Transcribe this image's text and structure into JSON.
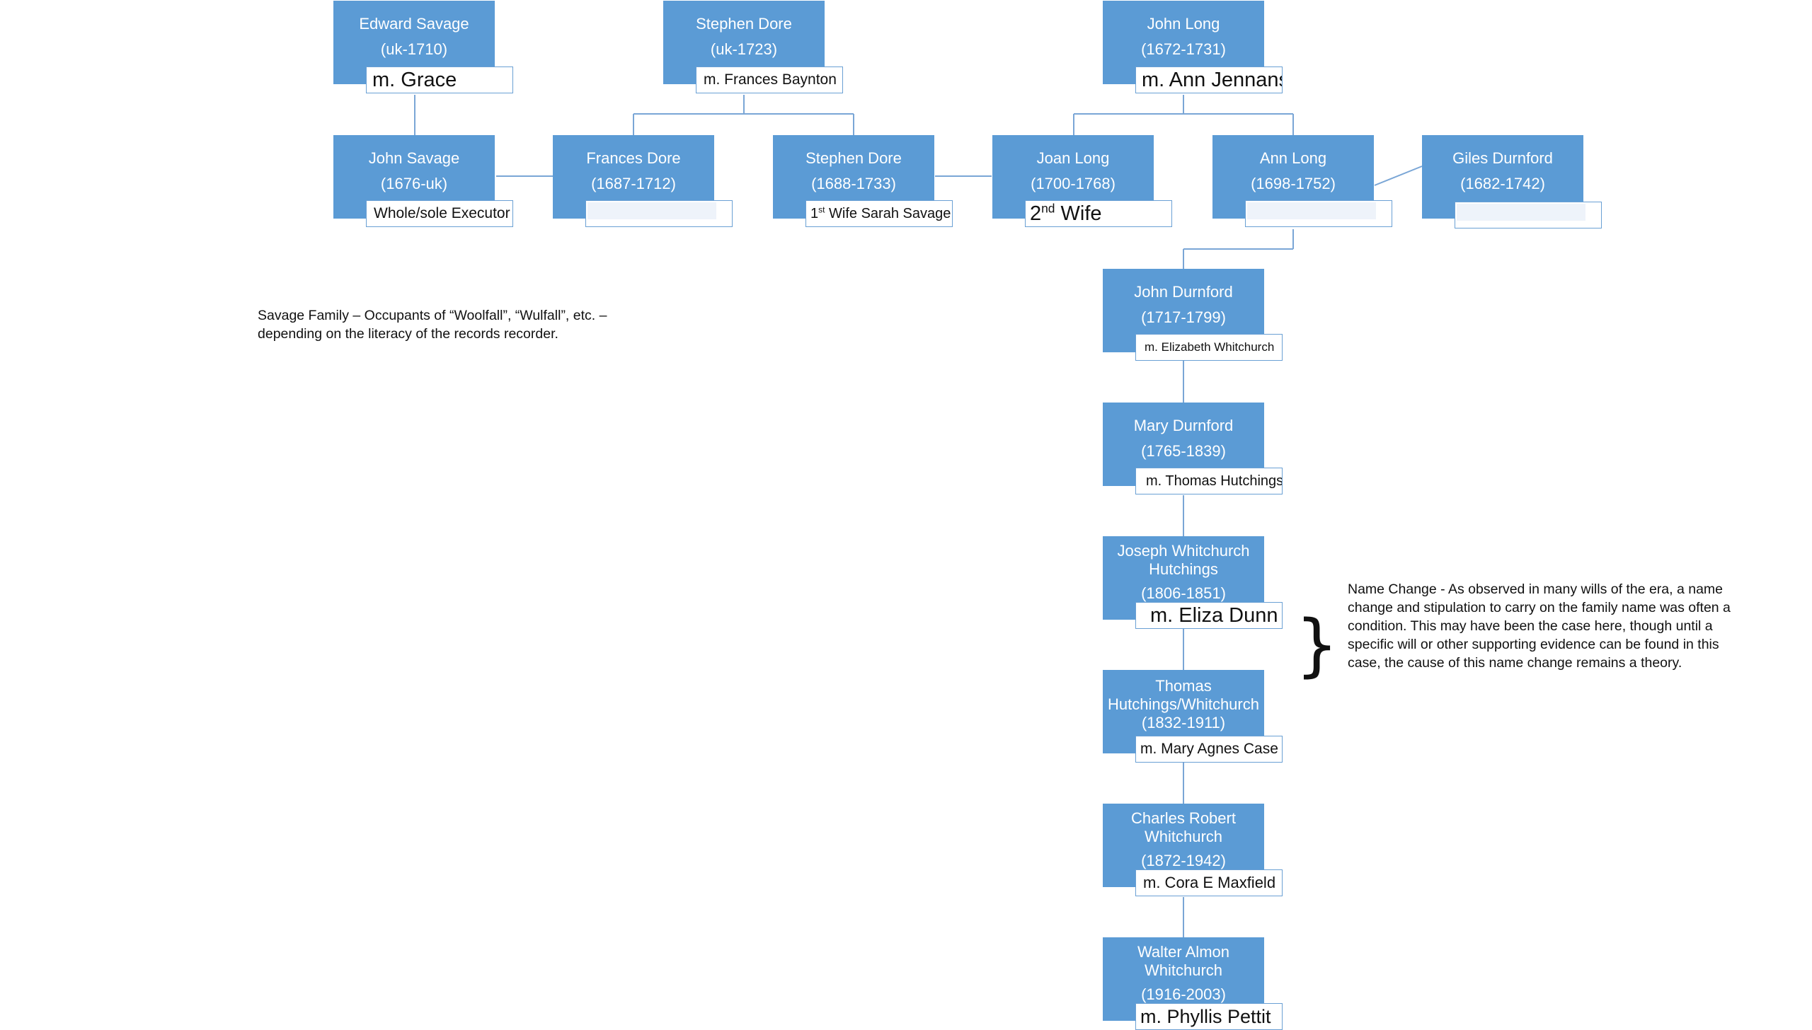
{
  "people": {
    "edward_savage": {
      "name": "Edward Savage",
      "dates": "(uk-1710)",
      "spouse": "m. Grace"
    },
    "stephen_dore_sr": {
      "name": "Stephen Dore",
      "dates": "(uk-1723)",
      "spouse": "m. Frances Baynton"
    },
    "john_long": {
      "name": "John Long",
      "dates": "(1672-1731)",
      "spouse": "m. Ann Jennans"
    },
    "john_savage": {
      "name": "John Savage",
      "dates": "(1676-uk)",
      "spouse": "Whole/sole Executor"
    },
    "frances_dore": {
      "name": "Frances Dore",
      "dates": "(1687-1712)",
      "spouse": ""
    },
    "stephen_dore_jr": {
      "name": "Stephen Dore",
      "dates": "(1688-1733)",
      "spouse_ordinal": "1",
      "spouse_ordinal_sup": "st",
      "spouse_rest": " Wife Sarah Savage"
    },
    "joan_long": {
      "name": "Joan Long",
      "dates": "(1700-1768)",
      "spouse_ordinal": "2",
      "spouse_ordinal_sup": "nd",
      "spouse_rest": " Wife"
    },
    "ann_long": {
      "name": "Ann Long",
      "dates": "(1698-1752)",
      "spouse": ""
    },
    "giles_durnford": {
      "name": "Giles Durnford",
      "dates": "(1682-1742)",
      "spouse": ""
    },
    "john_durnford": {
      "name": "John Durnford",
      "dates": "(1717-1799)",
      "spouse": "m. Elizabeth Whitchurch"
    },
    "mary_durnford": {
      "name": "Mary Durnford",
      "dates": "(1765-1839)",
      "spouse": "m. Thomas Hutchings"
    },
    "joseph_whitchurch_hutchings": {
      "name": "Joseph Whitchurch Hutchings",
      "dates": "(1806-1851)",
      "spouse": "m. Eliza Dunn"
    },
    "thomas_hutchings_whitchurch": {
      "name": "Thomas Hutchings/Whitchurch",
      "dates": "(1832-1911)",
      "spouse": "m. Mary Agnes Case"
    },
    "charles_robert_whitchurch": {
      "name": "Charles Robert Whitchurch",
      "dates": "(1872-1942)",
      "spouse": "m. Cora E Maxfield"
    },
    "walter_almon_whitchurch": {
      "name": "Walter Almon Whitchurch",
      "dates": "(1916-2003)",
      "spouse": "m. Phyllis Pettit"
    }
  },
  "notes": {
    "savage_family": "Savage Family – Occupants of “Woolfall”, “Wulfall”, etc.  – depending on the literacy of the records recorder.",
    "name_change": "Name Change - As observed in many wills of the era, a name change and stipulation to carry on the family name was often a condition. This may have been the case here, though until a specific will or other supporting evidence can be found in this case, the cause of this name change remains a theory.",
    "brace": "}"
  },
  "colors": {
    "box_fill": "#5b9bd5",
    "box_text": "#ffffff",
    "connector": "#7aa6d6",
    "spouse_border": "#6aa0d4"
  }
}
